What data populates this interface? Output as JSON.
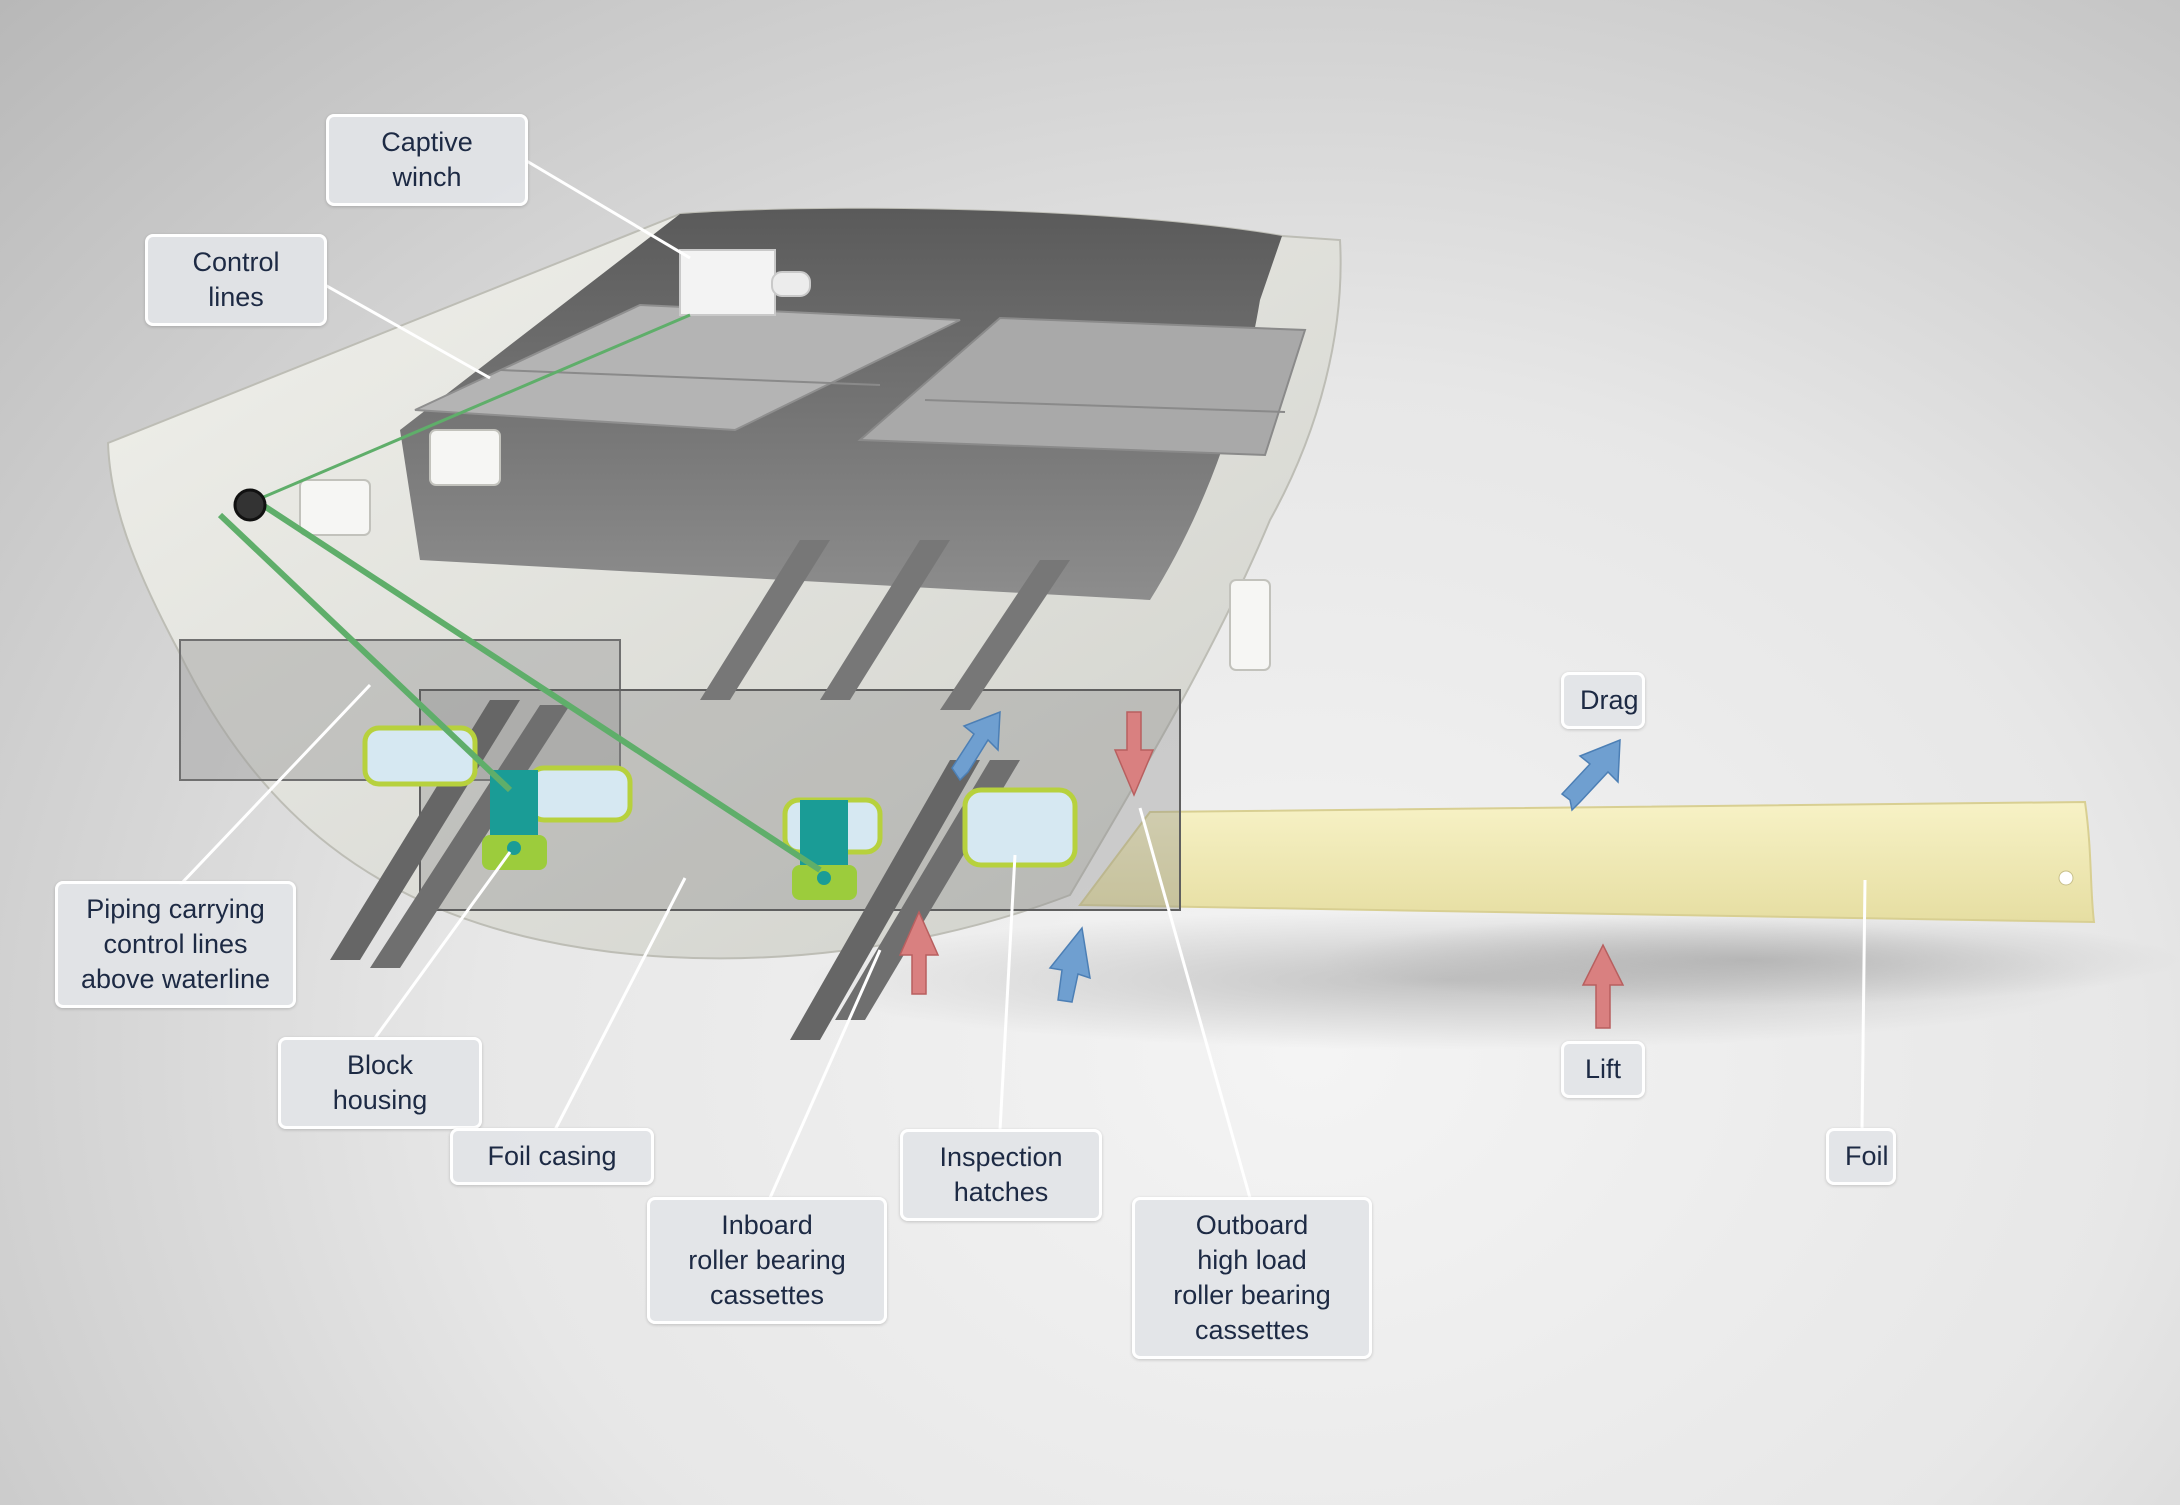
{
  "labels": {
    "captive_winch": "Captive winch",
    "control_lines": "Control lines",
    "piping": "Piping carrying\ncontrol lines\nabove waterline",
    "block_housing": "Block housing",
    "foil_casing": "Foil casing",
    "inboard_cassettes": "Inboard\nroller bearing\ncassettes",
    "inspection_hatches": "Inspection\nhatches",
    "outboard_cassettes": "Outboard\nhigh load\nroller bearing\ncassettes",
    "drag": "Drag",
    "lift": "Lift",
    "foil": "Foil"
  },
  "colors": {
    "label_text": "#1d2a44",
    "label_bg": "#e2e4e7",
    "foil": "#f2ecb8",
    "control_line": "#5fae6a",
    "block_teal": "#1a9c96",
    "block_green": "#9ccc3c",
    "drag_arrow": "#6f9fd0",
    "lift_arrow": "#d98080",
    "hull": "#e9e9e3"
  }
}
